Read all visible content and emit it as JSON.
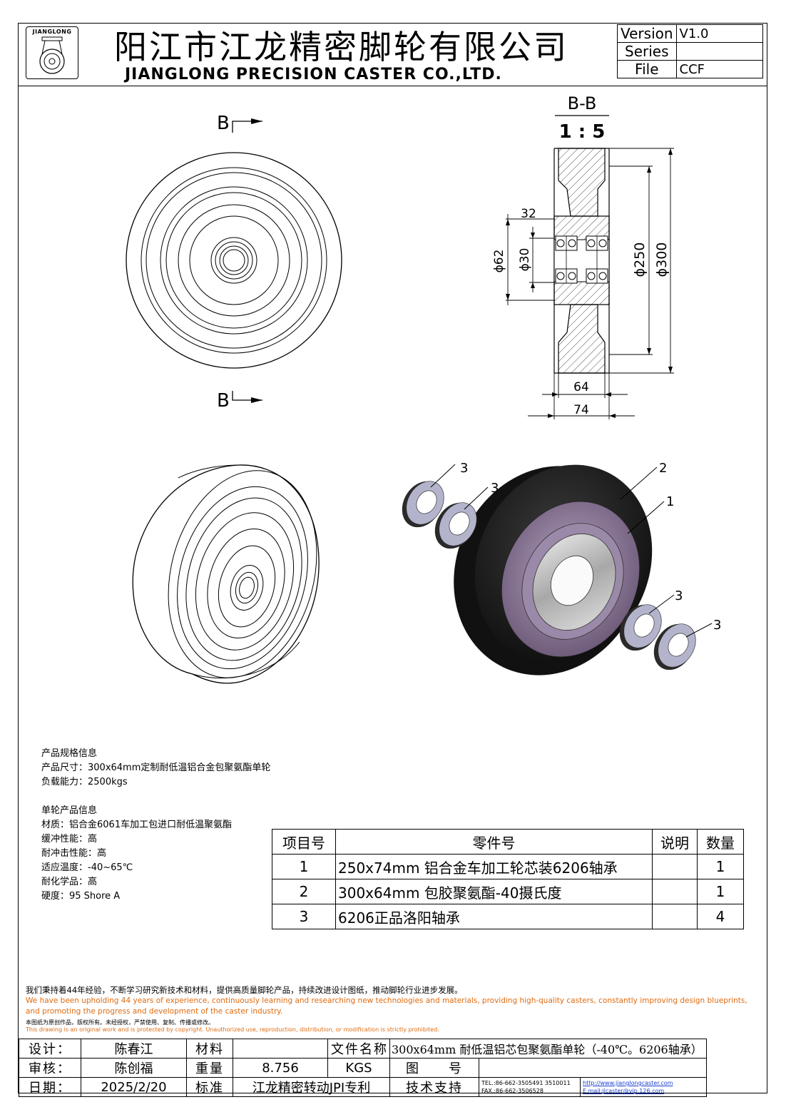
{
  "header": {
    "logo_text": "JIANGLONG",
    "company_cn": "阳江市江龙精密脚轮有限公司",
    "company_en": "JIANGLONG PRECISION CASTER CO.,LTD.",
    "meta": [
      {
        "key": "Version",
        "value": "V1.0"
      },
      {
        "key": "Series",
        "value": ""
      },
      {
        "key": "File",
        "value": "CCF"
      }
    ]
  },
  "drawing": {
    "section_mark": "B",
    "section_label": "B-B",
    "scale": "1 : 5",
    "dims": {
      "d32": "32",
      "d62": "ϕ62",
      "d30": "ϕ30",
      "d250": "ϕ250",
      "d300": "ϕ300",
      "d64": "64",
      "d74": "74"
    },
    "balloons": [
      "3",
      "3",
      "2",
      "1",
      "3",
      "3"
    ]
  },
  "spec": {
    "lines": [
      "产品规格信息",
      "产品尺寸：300x64mm定制耐低温铝合金包聚氨酯单轮",
      "负载能力：2500kgs",
      "",
      "单轮产品信息",
      "材质：铝合金6061车加工包进口耐低温聚氨酯",
      "缓冲性能：高",
      "耐冲击性能：高",
      "适应温度：-40~65℃",
      "耐化学品：高",
      "硬度：95 Shore A"
    ]
  },
  "parts_table": {
    "headers": [
      "项目号",
      "零件号",
      "说明",
      "数量"
    ],
    "rows": [
      {
        "item": "1",
        "part": "250x74mm 铝合金车加工轮芯装6206轴承",
        "note": "",
        "qty": "1"
      },
      {
        "item": "2",
        "part": "300x64mm 包胶聚氨酯-40摄氏度",
        "note": "",
        "qty": "1"
      },
      {
        "item": "3",
        "part": "6206正品洛阳轴承",
        "note": "",
        "qty": "4"
      }
    ]
  },
  "statement": {
    "cn": "我们秉持着44年经验，不断学习研究新技术和材料，提供高质量脚轮产品，持续改进设计图纸，推动脚轮行业进步发展。",
    "en1": "We have been upholding 44 years of experience, continuously learning and researching new technologies and materials, providing high-quality casters, constantly improving design blueprints,",
    "en2": "and promoting the progress and development of the caster industry.",
    "copyright_cn": "本图纸为原创作品，版权所有。未经授权，严禁使用、复制、传播或修改。",
    "copyright_en": "This drawing is an original work and is protected by copyright. Unauthorized use, reproduction, distribution, or modification is strictly prohibited."
  },
  "title_block": {
    "design_label": "设计：",
    "design_value": "陈春江",
    "material_label": "材料",
    "material_value": "",
    "filename_label": "文件名称",
    "filename_value": "300x64mm 耐低温铝芯包聚氨酯单轮（-40℃。6206轴承）",
    "review_label": "审核：",
    "review_value": "陈创福",
    "weight_label": "重量",
    "weight_value": "8.756",
    "weight_unit": "KGS",
    "drawing_no_label": "图　　号",
    "drawing_no_value": "",
    "date_label": "日期：",
    "date_value": "2025/2/20",
    "standard_label": "标准",
    "standard_value": "江龙精密转动JPI专利",
    "support_label": "技术支持",
    "tel": "TEL.:86-662-3505491 3510011",
    "fax": "FAX.:86-662-3506528",
    "url": "http://www.jianglongcaster.com",
    "email": "E.mail:jlcaster@vip.126.com"
  }
}
